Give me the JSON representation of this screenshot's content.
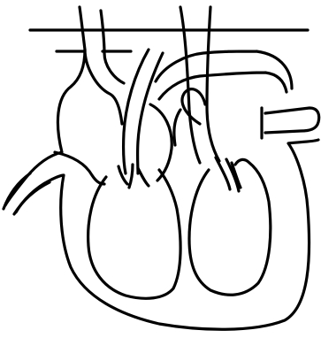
{
  "diagram": {
    "kind": "heart line drawing",
    "text_labels": [],
    "line_color": "#000000",
    "background_color": "#ffffff",
    "parts": [
      "outer-heart-outline",
      "left-ventricle",
      "right-ventricle",
      "aorta",
      "pulmonary-artery",
      "vena-cava",
      "pulmonary-veins",
      "pulmonary-vein-stub",
      "atrial-septum",
      "right-ventricle-septum",
      "upper-horizontal-vessel",
      "small-left-tube",
      "valve-marks"
    ]
  }
}
